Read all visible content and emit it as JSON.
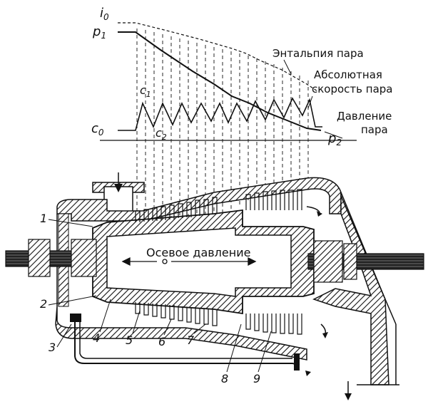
{
  "curve_labels": {
    "enthalpy": "Энтальпия пара",
    "velocity_line1": "Абсолютная",
    "velocity_line2": "скорость пара",
    "pressure_line1": "Давление",
    "pressure_line2": "пара"
  },
  "symbols": {
    "i0": "i",
    "i0_sub": "0",
    "p1": "p",
    "p1_sub": "1",
    "c1": "c",
    "c1_sub": "1",
    "c2": "c",
    "c2_sub": "2",
    "c0": "c",
    "c0_sub": "0",
    "p2": "p",
    "p2_sub": "2"
  },
  "axial_label": "Осевое давление",
  "part_numbers": [
    "1",
    "2",
    "3",
    "4",
    "5",
    "6",
    "7",
    "8",
    "9"
  ]
}
